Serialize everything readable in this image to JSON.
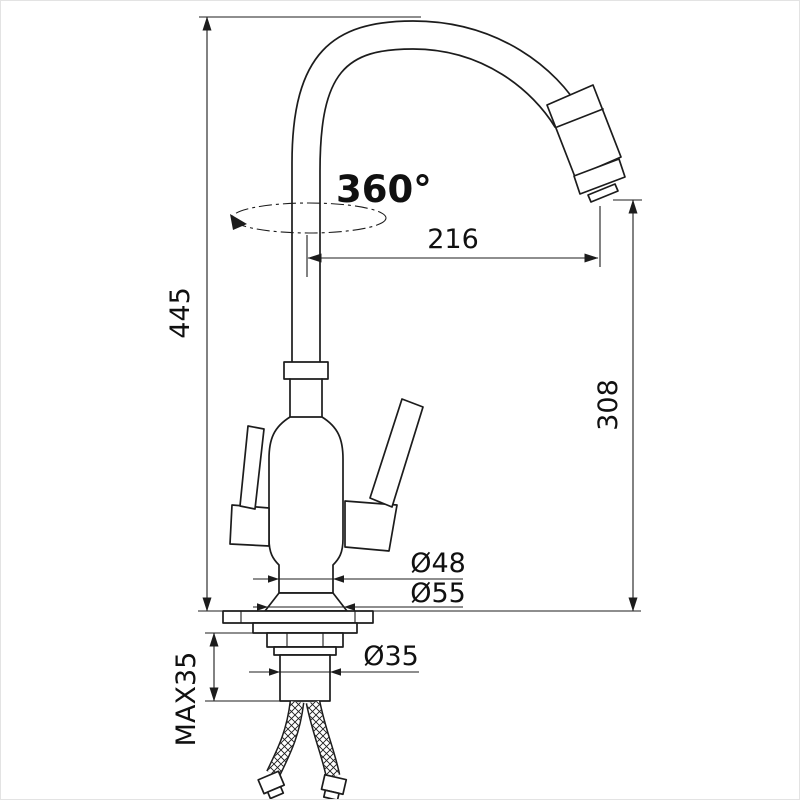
{
  "drawing": {
    "background_color": "#ffffff",
    "line_color": "#1c1c1c",
    "annotations": {
      "rotation": "360°",
      "total_height": "445",
      "spout_reach": "216",
      "outlet_height": "308",
      "body_diameter": "Ø48",
      "base_diameter": "Ø55",
      "mount_hole_diameter": "Ø35",
      "max_deck_thickness": "MAX35"
    }
  }
}
